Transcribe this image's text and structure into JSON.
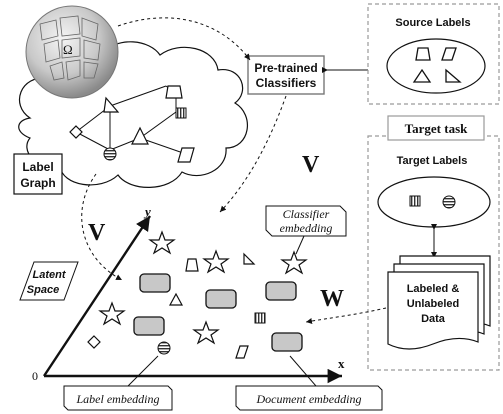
{
  "graph_cloud": {
    "label_line1": "Label",
    "label_line2": "Graph",
    "globe_glyph": "Ω"
  },
  "classifiers_box": {
    "line1": "Pre-trained",
    "line2": "Classifiers"
  },
  "source_panel": {
    "title": "Source Labels"
  },
  "target_panel": {
    "tab_label": "Target task",
    "title": "Target Labels"
  },
  "data_stack": {
    "line1": "Labeled &",
    "line2": "Unlabeled",
    "line3": "Data"
  },
  "latent": {
    "line1": "Latent",
    "line2": "Space"
  },
  "matrices": {
    "v_top": "V",
    "v_left": "V",
    "w": "W"
  },
  "axes": {
    "y": "y",
    "x": "x",
    "origin": "0"
  },
  "callouts": {
    "classifier_line1": "Classifier",
    "classifier_line2": "embedding",
    "label_embedding": "Label embedding",
    "document_embedding": "Document embedding"
  },
  "colors": {
    "shape_fill": "#c8c8c8",
    "panel_border": "#9a9a9a",
    "ink": "#111111",
    "globe_light": "#f4f4f4",
    "globe_dark": "#8a8a8a"
  }
}
